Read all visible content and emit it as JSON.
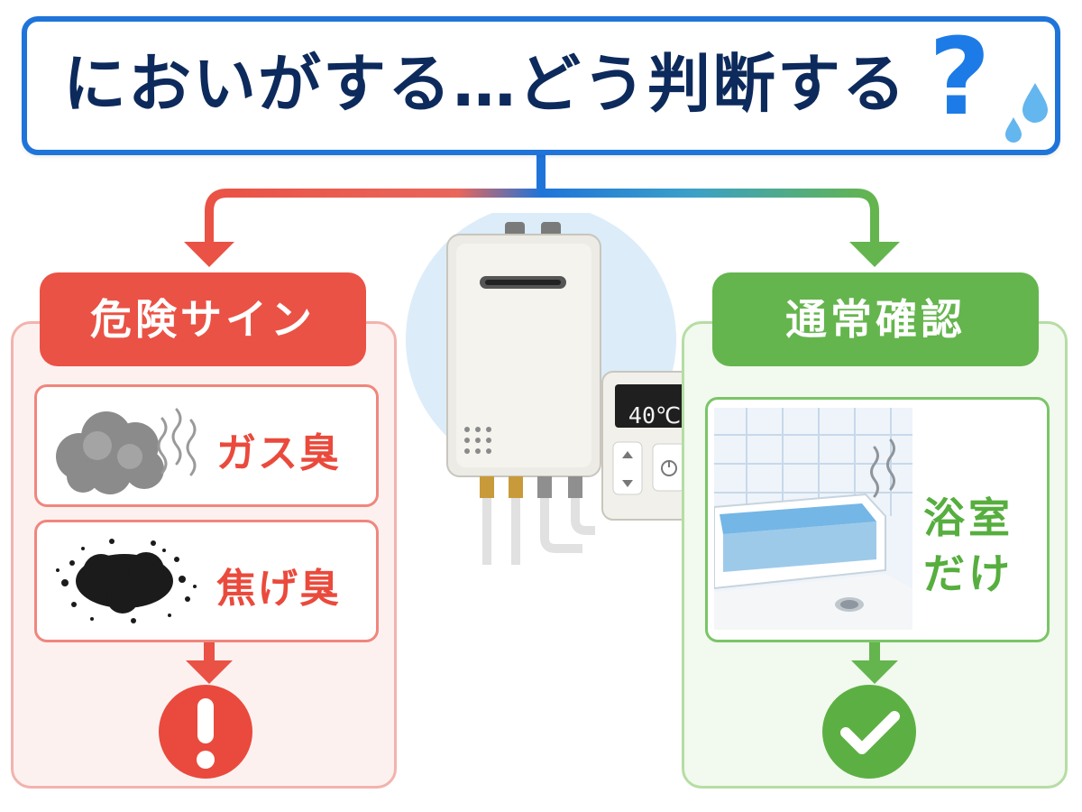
{
  "title": {
    "text": "においがする…どう判断する",
    "question_mark": "?"
  },
  "left": {
    "header": "危険サイン",
    "items": [
      {
        "label": "ガス臭",
        "icon": "smoke-icon"
      },
      {
        "label": "焦げ臭",
        "icon": "soot-icon"
      }
    ],
    "result_icon": "exclamation-icon",
    "color": "#ea5245"
  },
  "right": {
    "header": "通常確認",
    "item_label_line1": "浴室",
    "item_label_line2": "だけ",
    "item_icon": "bathtub-icon",
    "result_icon": "check-icon",
    "color": "#64b54d"
  },
  "device": {
    "display": "40℃",
    "icon": "water-heater-icon"
  },
  "colors": {
    "title_border": "#1f74d9",
    "title_text": "#0d2a5c",
    "danger": "#ea5245",
    "ok": "#64b54d"
  }
}
